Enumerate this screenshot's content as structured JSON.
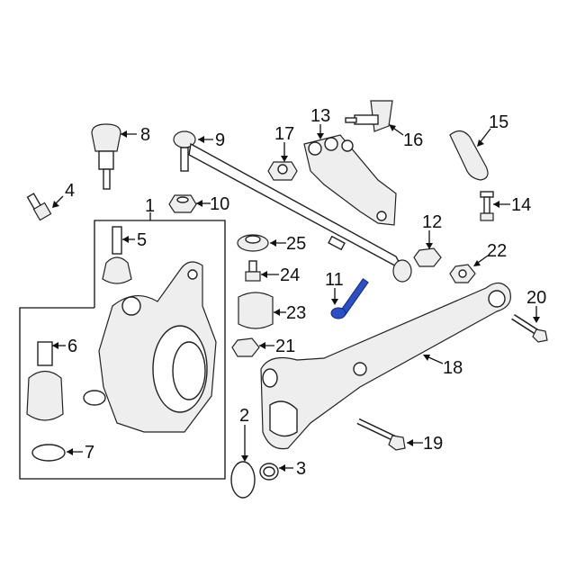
{
  "diagram": {
    "callouts": {
      "c1": "1",
      "c2": "2",
      "c3": "3",
      "c4": "4",
      "c5": "5",
      "c6": "6",
      "c7": "7",
      "c8": "8",
      "c9": "9",
      "c10": "10",
      "c11": "11",
      "c12": "12",
      "c13": "13",
      "c14": "14",
      "c15": "15",
      "c16": "16",
      "c17": "17",
      "c18": "18",
      "c19": "19",
      "c20": "20",
      "c21": "21",
      "c22": "22",
      "c23": "23",
      "c24": "24",
      "c25": "25"
    },
    "highlight_color": "#2b4fc4"
  }
}
